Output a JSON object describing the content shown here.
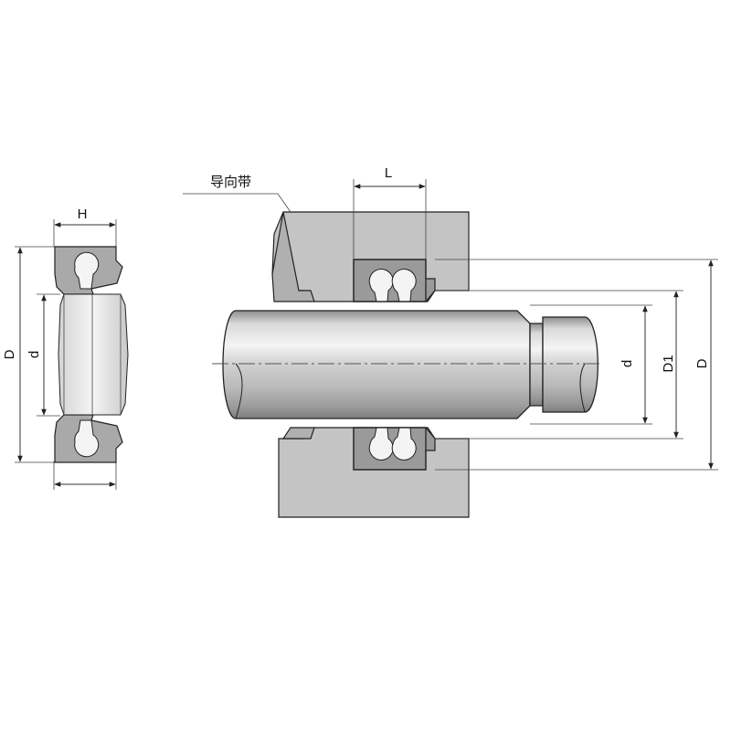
{
  "labels": {
    "guide_band": "导向带",
    "left_H": "H",
    "left_D": "D",
    "left_d": "d",
    "right_L": "L",
    "right_d": "d",
    "right_D1": "D1",
    "right_D": "D"
  },
  "colors": {
    "housing": "#c4c4c4",
    "seal": "#a9a9a9",
    "seal_dark": "#8f8f8f",
    "outline": "#222222",
    "rod_light": "#f2f2f2",
    "rod_dark": "#9e9e9e"
  }
}
